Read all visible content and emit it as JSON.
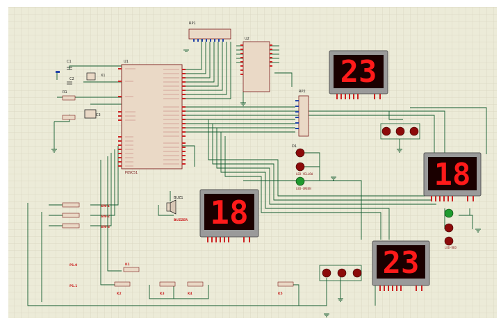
{
  "colors": {
    "background": "#ecebd8",
    "grid": "#d6d3bd",
    "wire": "#0f5a2d",
    "chip_body": "#ead9c6",
    "chip_border": "#7a1a1a",
    "display_frame": "#8a8a8a",
    "display_face": "#1a0000",
    "segment_on": "#ff2020",
    "pin_red": "#cc2222",
    "pin_blue": "#2244aa",
    "led_red": "#8c0a0a",
    "led_yellow": "#c8a000",
    "led_green": "#1f9a2f"
  },
  "chips": {
    "mcu": {
      "ref": "U1",
      "part": "P89C51"
    },
    "rp1": {
      "ref": "RP1"
    },
    "u2": {
      "ref": "U2"
    },
    "rp2": {
      "ref": "RP2"
    },
    "x1": {
      "ref": "X1"
    },
    "c1": {
      "ref": "C1"
    },
    "c2": {
      "ref": "C2"
    },
    "c3": {
      "ref": "C3"
    },
    "r1": {
      "ref": "R1"
    },
    "buzzer": {
      "ref": "BUZ1",
      "part": "BUZZER"
    }
  },
  "displays": [
    {
      "id": "disp_top",
      "value": "23"
    },
    {
      "id": "disp_right",
      "value": "18"
    },
    {
      "id": "disp_center",
      "value": "18"
    },
    {
      "id": "disp_bottom",
      "value": "23"
    }
  ],
  "leds": {
    "d1_group": {
      "ref": "D1"
    },
    "led_yellow_lbl": "LED-YELLOW",
    "led_green_lbl": "LED-GREEN",
    "led_red_lbl": "LED-RED"
  },
  "labels": {
    "sw_left_1": "SW-1",
    "sw_left_2": "SW-2",
    "sw_left_3": "SW-3",
    "note_1": "P1.0",
    "note_2": "P1.1",
    "btn_b1": "K1",
    "btn_b2": "K2",
    "btn_b3": "K3",
    "btn_b4": "K4",
    "btn_b5": "K5"
  }
}
